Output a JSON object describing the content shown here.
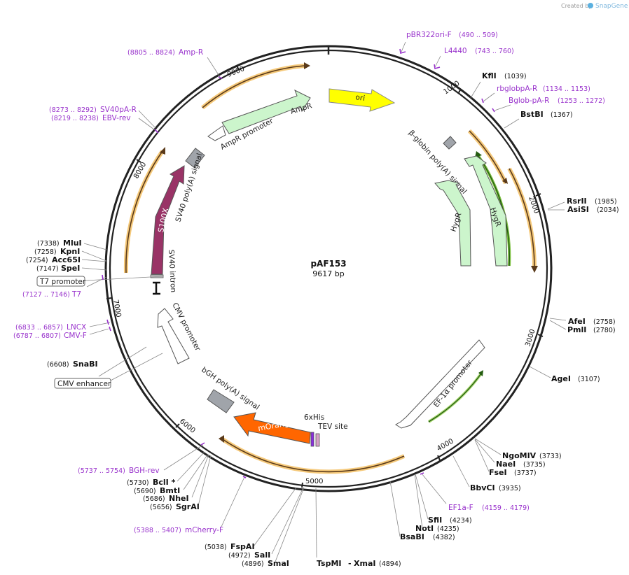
{
  "brand": {
    "created_by": "Created by",
    "app_name": "SnapGene"
  },
  "plasmid": {
    "name": "pAF153",
    "length_label": "9617 bp"
  },
  "scale_ticks": [
    "1000",
    "2000",
    "3000",
    "4000",
    "5000",
    "6000",
    "7000",
    "8000",
    "9000"
  ],
  "sites": {
    "kfli": {
      "name": "KflI",
      "pos": "(1039)"
    },
    "bstbi": {
      "name": "BstBI",
      "pos": "(1367)"
    },
    "rsrii": {
      "name": "RsrII",
      "pos": "(1985)"
    },
    "asisi": {
      "name": "AsiSI",
      "pos": "(2034)"
    },
    "afei": {
      "name": "AfeI",
      "pos": "(2758)"
    },
    "pmli": {
      "name": "PmlI",
      "pos": "(2780)"
    },
    "agei": {
      "name": "AgeI",
      "pos": "(3107)"
    },
    "ngomiv": {
      "name": "NgoMIV",
      "pos": "(3733)"
    },
    "naei": {
      "name": "NaeI",
      "pos": "(3735)"
    },
    "fsei": {
      "name": "FseI",
      "pos": "(3737)"
    },
    "bbvci": {
      "name": "BbvCI",
      "pos": "(3935)"
    },
    "sfii": {
      "name": "SfiI",
      "pos": "(4234)"
    },
    "noti": {
      "name": "NotI",
      "pos": "(4235)"
    },
    "bsabi": {
      "name": "BsaBI",
      "pos": "(4382)"
    },
    "tspmi": {
      "name": "TspMI",
      "sep": "-",
      "name2": "XmaI",
      "pos": "(4894)"
    },
    "smai": {
      "name": "SmaI",
      "pos": "(4896)"
    },
    "sali": {
      "name": "SalI",
      "pos": "(4972)"
    },
    "fspai": {
      "name": "FspAI",
      "pos": "(5038)"
    },
    "sgrai": {
      "name": "SgrAI",
      "pos": "(5656)"
    },
    "nhei": {
      "name": "NheI",
      "pos": "(5686)"
    },
    "bmti": {
      "name": "BmtI",
      "pos": "(5690)"
    },
    "bcli": {
      "name": "BclI *",
      "pos": "(5730)"
    },
    "snabi": {
      "name": "SnaBI",
      "pos": "(6608)"
    },
    "spei": {
      "name": "SpeI",
      "pos": "(7147)"
    },
    "acc65i": {
      "name": "Acc65I",
      "pos": "(7254)"
    },
    "kpni": {
      "name": "KpnI",
      "pos": "(7258)"
    },
    "mlui": {
      "name": "MluI",
      "pos": "(7338)"
    }
  },
  "primers": {
    "pbr322": {
      "name": "pBR322ori-F",
      "range": "(490 .. 509)"
    },
    "l4440": {
      "name": "L4440",
      "range": "(743 .. 760)"
    },
    "rbglob": {
      "name": "rbglobpA-R",
      "range": "(1134 .. 1153)"
    },
    "bglob": {
      "name": "Bglob-pA-R",
      "range": "(1253 .. 1272)"
    },
    "ef1a": {
      "name": "EF1a-F",
      "range": "(4159 .. 4179)"
    },
    "mcherry": {
      "name": "mCherry-F",
      "range": "(5388 .. 5407)"
    },
    "bgh": {
      "name": "BGH-rev",
      "range": "(5737 .. 5754)"
    },
    "t7": {
      "name": "T7",
      "range": "(7127 .. 7146)"
    },
    "cmv": {
      "name": "CMV-F",
      "range": "(6787 .. 6807)"
    },
    "lncx": {
      "name": "LNCX",
      "range": "(6833 .. 6857)"
    },
    "ebv": {
      "name": "EBV-rev",
      "range": "(8219 .. 8238)"
    },
    "sv40pa": {
      "name": "SV40pA-R",
      "range": "(8273 .. 8292)"
    },
    "ampr": {
      "name": "Amp-R",
      "range": "(8805 .. 8824)"
    }
  },
  "features": {
    "ori": "ori",
    "ampr": "AmpR",
    "ampr_promoter": "AmpR promoter",
    "bglobin": "β-globin poly(A) signal",
    "hygr1": "HygR",
    "hygr2": "HygR",
    "ef1a_promoter": "EF-1α promoter",
    "sixhis": "6xHis",
    "tev": "TEV site",
    "morange": "mOrange",
    "bgh_polya": "bGH poly(A) signal",
    "cmv_promoter": "CMV promoter",
    "cmv_enhancer": "CMV enhancer",
    "t7_promoter": "T7 promoter",
    "sv40_intron": "SV40 intron",
    "s100": "S100X",
    "sv40_polya": "SV40 poly(A) signal"
  },
  "colors": {
    "ori": "#ffff00",
    "ampr": "#ccf5cc",
    "morange": "#ff6600",
    "s100": "#993366",
    "primer": "#9933cc",
    "orf_glow": "#f5c97a"
  }
}
